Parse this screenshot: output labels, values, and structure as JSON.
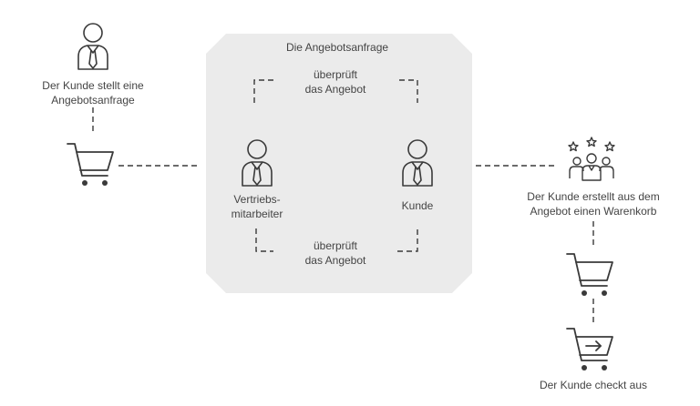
{
  "panel": {
    "title": "Die Angebotsanfrage"
  },
  "labels": {
    "customer_request": [
      "Der Kunde stellt eine",
      "Angebotsanfrage"
    ],
    "review_top": [
      "überprüft",
      "das Angebot"
    ],
    "review_bottom": [
      "überprüft",
      "das Angebot"
    ],
    "sales_rep": [
      "Vertriebs-",
      "mitarbeiter"
    ],
    "customer": "Kunde",
    "create_cart": [
      "Der Kunde erstellt aus dem",
      "Angebot einen Warenkorb"
    ],
    "checkout": "Der Kunde checkt aus"
  },
  "icons": {
    "customer_request": "person-tie-icon",
    "cart_left": "shopping-cart-icon",
    "sales_rep": "person-tie-icon",
    "customer": "person-tie-icon",
    "group": "group-stars-icon",
    "cart_right": "shopping-cart-icon",
    "checkout": "cart-checkout-icon"
  },
  "colors": {
    "stroke": "#3a3a3a",
    "panel": "#ebebeb",
    "text": "#444444"
  }
}
